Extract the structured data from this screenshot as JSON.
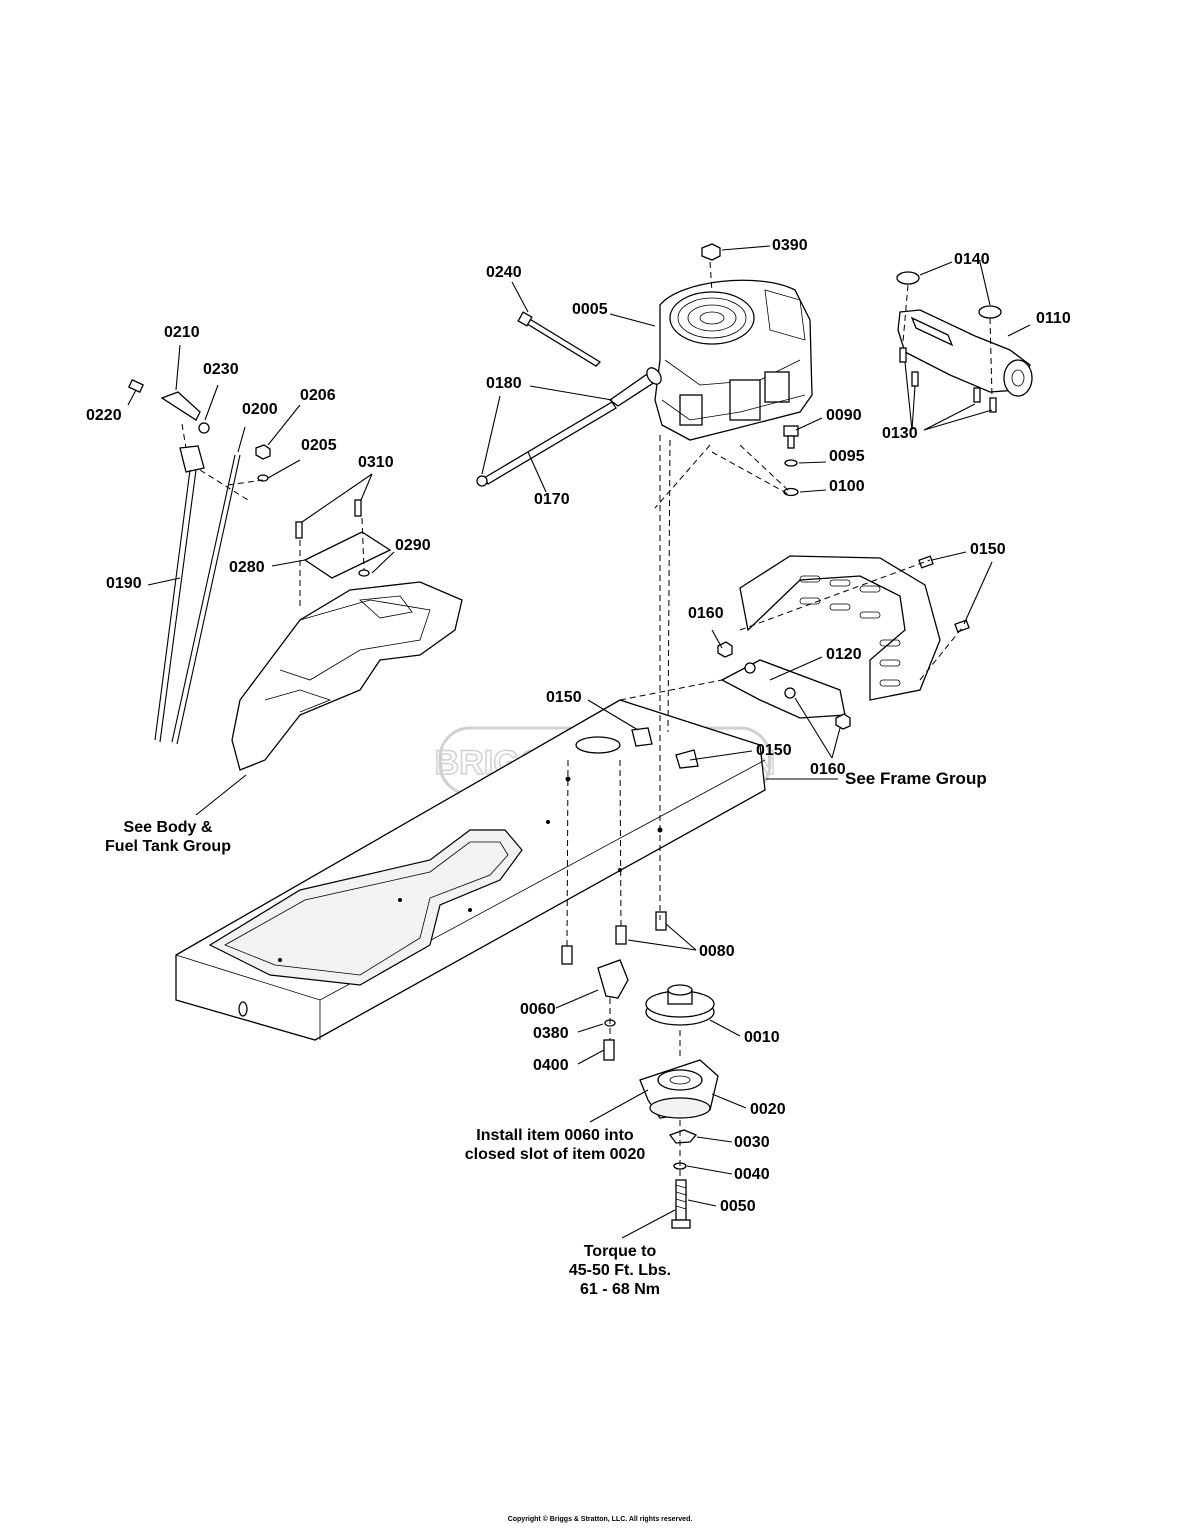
{
  "labels": {
    "p0390": "0390",
    "p0240": "0240",
    "p0005": "0005",
    "p0140": "0140",
    "p0110": "0110",
    "p0210": "0210",
    "p0230": "0230",
    "p0220": "0220",
    "p0200": "0200",
    "p0206": "0206",
    "p0180": "0180",
    "p0205": "0205",
    "p0310": "0310",
    "p0090": "0090",
    "p0130": "0130",
    "p0095": "0095",
    "p0170": "0170",
    "p0100": "0100",
    "p0290": "0290",
    "p0280": "0280",
    "p0150_right": "0150",
    "p0190": "0190",
    "p0160_top": "0160",
    "p0120": "0120",
    "p0150_left": "0150",
    "p0150_mid": "0150",
    "p0160_bottom": "0160",
    "p0080": "0080",
    "p0060": "0060",
    "p0010": "0010",
    "p0380": "0380",
    "p0400": "0400",
    "p0020": "0020",
    "p0030": "0030",
    "p0040": "0040",
    "p0050": "0050"
  },
  "notes": {
    "body_group": [
      "See Body &",
      "Fuel Tank Group"
    ],
    "frame_group": "See Frame Group",
    "install": [
      "Install item 0060 into",
      "closed slot of item 0020"
    ],
    "torque": [
      "Torque to",
      "45-50 Ft. Lbs.",
      "61 - 68 Nm"
    ]
  },
  "watermark": "BRIGGS&STRATTON",
  "copyright": "Copyright © Briggs & Stratton, LLC. All rights reserved."
}
